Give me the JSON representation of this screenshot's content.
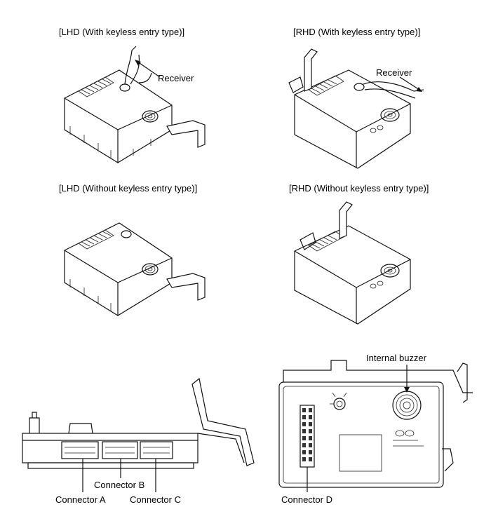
{
  "titles": {
    "lhd_keyless": "[LHD (With keyless entry type)]",
    "rhd_keyless": "[RHD (With keyless entry type)]",
    "lhd_no_keyless": "[LHD (Without keyless entry type)]",
    "rhd_no_keyless": "[RHD (Without keyless entry type)]"
  },
  "callouts": {
    "receiver_left": "Receiver",
    "receiver_right": "Receiver",
    "internal_buzzer": "Internal buzzer",
    "connector_a": "Connector A",
    "connector_b": "Connector B",
    "connector_c": "Connector C",
    "connector_d": "Connector D"
  }
}
